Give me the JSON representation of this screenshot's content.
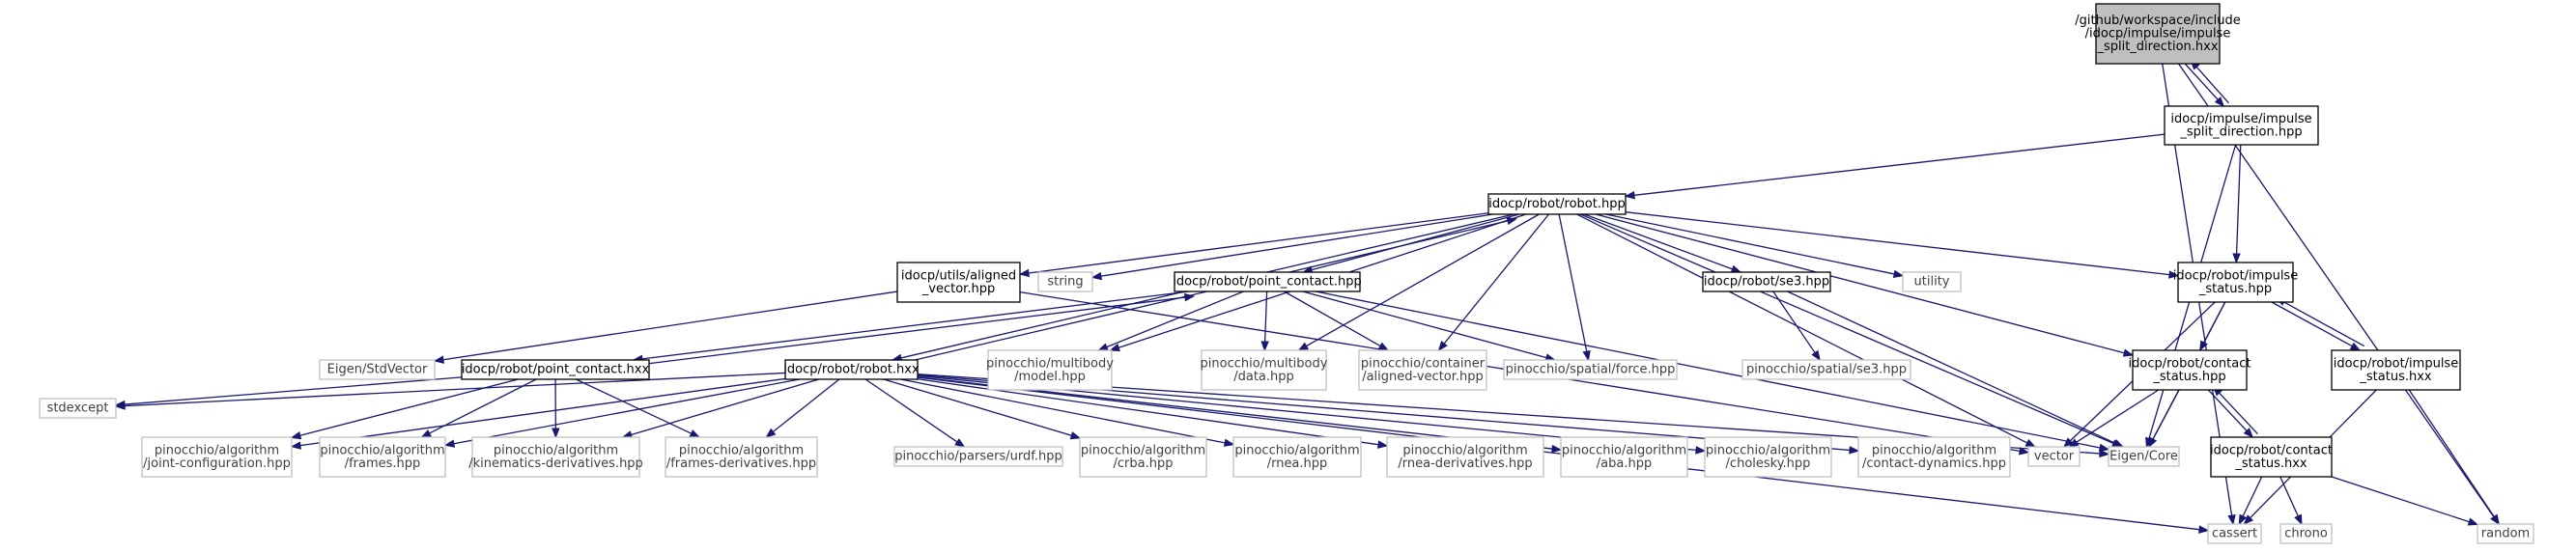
{
  "colors": {
    "edge": "#191970",
    "focus_fill": "#bfbfbf",
    "normal_border": "#000000",
    "external_border": "#bfbfbf",
    "external_text": "#404040"
  },
  "nodes": [
    {
      "id": "focus",
      "kind": "focus",
      "lines": [
        "/github/workspace/include",
        "/idocp/impulse/impulse",
        "_split_direction.hxx"
      ]
    },
    {
      "id": "impulse_split_direction_hpp",
      "kind": "normal",
      "lines": [
        "idocp/impulse/impulse",
        "_split_direction.hpp"
      ]
    },
    {
      "id": "robot_hpp",
      "kind": "normal",
      "lines": [
        "idocp/robot/robot.hpp"
      ]
    },
    {
      "id": "aligned_vector_hpp",
      "kind": "normal",
      "lines": [
        "idocp/utils/aligned",
        "_vector.hpp"
      ]
    },
    {
      "id": "string",
      "kind": "external",
      "lines": [
        "string"
      ]
    },
    {
      "id": "point_contact_hpp",
      "kind": "normal",
      "lines": [
        "idocp/robot/point_contact.hpp"
      ]
    },
    {
      "id": "se3_hpp",
      "kind": "normal",
      "lines": [
        "idocp/robot/se3.hpp"
      ]
    },
    {
      "id": "utility",
      "kind": "external",
      "lines": [
        "utility"
      ]
    },
    {
      "id": "impulse_status_hpp",
      "kind": "normal",
      "lines": [
        "idocp/robot/impulse",
        "_status.hpp"
      ]
    },
    {
      "id": "eigen_stdvector",
      "kind": "external",
      "lines": [
        "Eigen/StdVector"
      ]
    },
    {
      "id": "point_contact_hxx",
      "kind": "normal",
      "lines": [
        "idocp/robot/point_contact.hxx"
      ]
    },
    {
      "id": "robot_hxx",
      "kind": "normal",
      "lines": [
        "idocp/robot/robot.hxx"
      ]
    },
    {
      "id": "multibody_model",
      "kind": "external",
      "lines": [
        "pinocchio/multibody",
        "/model.hpp"
      ]
    },
    {
      "id": "multibody_data",
      "kind": "external",
      "lines": [
        "pinocchio/multibody",
        "/data.hpp"
      ]
    },
    {
      "id": "container_aligned_vector",
      "kind": "external",
      "lines": [
        "pinocchio/container",
        "/aligned-vector.hpp"
      ]
    },
    {
      "id": "spatial_force",
      "kind": "external",
      "lines": [
        "pinocchio/spatial/force.hpp"
      ]
    },
    {
      "id": "spatial_se3",
      "kind": "external",
      "lines": [
        "pinocchio/spatial/se3.hpp"
      ]
    },
    {
      "id": "contact_status_hpp",
      "kind": "normal",
      "lines": [
        "idocp/robot/contact",
        "_status.hpp"
      ]
    },
    {
      "id": "impulse_status_hxx",
      "kind": "normal",
      "lines": [
        "idocp/robot/impulse",
        "_status.hxx"
      ]
    },
    {
      "id": "stdexcept",
      "kind": "external",
      "lines": [
        "stdexcept"
      ]
    },
    {
      "id": "joint_configuration",
      "kind": "external",
      "lines": [
        "pinocchio/algorithm",
        "/joint-configuration.hpp"
      ]
    },
    {
      "id": "frames",
      "kind": "external",
      "lines": [
        "pinocchio/algorithm",
        "/frames.hpp"
      ]
    },
    {
      "id": "kinematics_derivatives",
      "kind": "external",
      "lines": [
        "pinocchio/algorithm",
        "/kinematics-derivatives.hpp"
      ]
    },
    {
      "id": "frames_derivatives",
      "kind": "external",
      "lines": [
        "pinocchio/algorithm",
        "/frames-derivatives.hpp"
      ]
    },
    {
      "id": "parsers_urdf",
      "kind": "external",
      "lines": [
        "pinocchio/parsers/urdf.hpp"
      ]
    },
    {
      "id": "crba",
      "kind": "external",
      "lines": [
        "pinocchio/algorithm",
        "/crba.hpp"
      ]
    },
    {
      "id": "rnea",
      "kind": "external",
      "lines": [
        "pinocchio/algorithm",
        "/rnea.hpp"
      ]
    },
    {
      "id": "rnea_derivatives",
      "kind": "external",
      "lines": [
        "pinocchio/algorithm",
        "/rnea-derivatives.hpp"
      ]
    },
    {
      "id": "aba",
      "kind": "external",
      "lines": [
        "pinocchio/algorithm",
        "/aba.hpp"
      ]
    },
    {
      "id": "cholesky",
      "kind": "external",
      "lines": [
        "pinocchio/algorithm",
        "/cholesky.hpp"
      ]
    },
    {
      "id": "contact_dynamics",
      "kind": "external",
      "lines": [
        "pinocchio/algorithm",
        "/contact-dynamics.hpp"
      ]
    },
    {
      "id": "vector",
      "kind": "external",
      "lines": [
        "vector"
      ]
    },
    {
      "id": "eigen_core",
      "kind": "external",
      "lines": [
        "Eigen/Core"
      ]
    },
    {
      "id": "contact_status_hxx",
      "kind": "normal",
      "lines": [
        "idocp/robot/contact",
        "_status.hxx"
      ]
    },
    {
      "id": "cassert",
      "kind": "external",
      "lines": [
        "cassert"
      ]
    },
    {
      "id": "chrono",
      "kind": "external",
      "lines": [
        "chrono"
      ]
    },
    {
      "id": "random",
      "kind": "external",
      "lines": [
        "random"
      ]
    }
  ],
  "edges": [
    {
      "from": "focus",
      "to": "impulse_split_direction_hpp"
    },
    {
      "from": "focus",
      "to": "cassert"
    },
    {
      "from": "focus",
      "to": "random"
    },
    {
      "from": "impulse_split_direction_hpp",
      "to": "focus"
    },
    {
      "from": "impulse_split_direction_hpp",
      "to": "robot_hpp"
    },
    {
      "from": "impulse_split_direction_hpp",
      "to": "impulse_status_hpp"
    },
    {
      "from": "impulse_split_direction_hpp",
      "to": "eigen_core"
    },
    {
      "from": "robot_hpp",
      "to": "aligned_vector_hpp"
    },
    {
      "from": "robot_hpp",
      "to": "string"
    },
    {
      "from": "robot_hpp",
      "to": "point_contact_hpp"
    },
    {
      "from": "robot_hpp",
      "to": "se3_hpp"
    },
    {
      "from": "robot_hpp",
      "to": "utility"
    },
    {
      "from": "robot_hpp",
      "to": "impulse_status_hpp"
    },
    {
      "from": "robot_hpp",
      "to": "robot_hxx"
    },
    {
      "from": "robot_hpp",
      "to": "multibody_model"
    },
    {
      "from": "robot_hpp",
      "to": "multibody_data"
    },
    {
      "from": "robot_hpp",
      "to": "container_aligned_vector"
    },
    {
      "from": "robot_hpp",
      "to": "spatial_force"
    },
    {
      "from": "robot_hpp",
      "to": "contact_status_hpp"
    },
    {
      "from": "robot_hpp",
      "to": "vector"
    },
    {
      "from": "robot_hpp",
      "to": "eigen_core"
    },
    {
      "from": "aligned_vector_hpp",
      "to": "eigen_stdvector"
    },
    {
      "from": "aligned_vector_hpp",
      "to": "vector"
    },
    {
      "from": "point_contact_hpp",
      "to": "point_contact_hxx"
    },
    {
      "from": "point_contact_hpp",
      "to": "multibody_model"
    },
    {
      "from": "point_contact_hpp",
      "to": "multibody_data"
    },
    {
      "from": "point_contact_hpp",
      "to": "container_aligned_vector"
    },
    {
      "from": "point_contact_hpp",
      "to": "spatial_force"
    },
    {
      "from": "point_contact_hpp",
      "to": "eigen_core"
    },
    {
      "from": "point_contact_hxx",
      "to": "point_contact_hpp"
    },
    {
      "from": "point_contact_hxx",
      "to": "stdexcept"
    },
    {
      "from": "point_contact_hxx",
      "to": "joint_configuration"
    },
    {
      "from": "point_contact_hxx",
      "to": "frames"
    },
    {
      "from": "point_contact_hxx",
      "to": "kinematics_derivatives"
    },
    {
      "from": "point_contact_hxx",
      "to": "frames_derivatives"
    },
    {
      "from": "se3_hpp",
      "to": "spatial_se3"
    },
    {
      "from": "se3_hpp",
      "to": "eigen_core"
    },
    {
      "from": "robot_hxx",
      "to": "robot_hpp"
    },
    {
      "from": "robot_hxx",
      "to": "stdexcept"
    },
    {
      "from": "robot_hxx",
      "to": "joint_configuration"
    },
    {
      "from": "robot_hxx",
      "to": "frames"
    },
    {
      "from": "robot_hxx",
      "to": "kinematics_derivatives"
    },
    {
      "from": "robot_hxx",
      "to": "frames_derivatives"
    },
    {
      "from": "robot_hxx",
      "to": "parsers_urdf"
    },
    {
      "from": "robot_hxx",
      "to": "crba"
    },
    {
      "from": "robot_hxx",
      "to": "rnea"
    },
    {
      "from": "robot_hxx",
      "to": "rnea_derivatives"
    },
    {
      "from": "robot_hxx",
      "to": "aba"
    },
    {
      "from": "robot_hxx",
      "to": "cholesky"
    },
    {
      "from": "robot_hxx",
      "to": "contact_dynamics"
    },
    {
      "from": "robot_hxx",
      "to": "cassert"
    },
    {
      "from": "robot_hxx",
      "to": "eigen_core"
    },
    {
      "from": "impulse_status_hpp",
      "to": "impulse_status_hxx"
    },
    {
      "from": "impulse_status_hpp",
      "to": "contact_status_hpp"
    },
    {
      "from": "impulse_status_hpp",
      "to": "vector"
    },
    {
      "from": "impulse_status_hpp",
      "to": "eigen_core"
    },
    {
      "from": "impulse_status_hxx",
      "to": "impulse_status_hpp"
    },
    {
      "from": "impulse_status_hxx",
      "to": "cassert"
    },
    {
      "from": "impulse_status_hxx",
      "to": "random"
    },
    {
      "from": "contact_status_hpp",
      "to": "contact_status_hxx"
    },
    {
      "from": "contact_status_hpp",
      "to": "vector"
    },
    {
      "from": "contact_status_hpp",
      "to": "eigen_core"
    },
    {
      "from": "contact_status_hxx",
      "to": "contact_status_hpp"
    },
    {
      "from": "contact_status_hxx",
      "to": "cassert"
    },
    {
      "from": "contact_status_hxx",
      "to": "chrono"
    },
    {
      "from": "contact_status_hxx",
      "to": "random"
    }
  ]
}
